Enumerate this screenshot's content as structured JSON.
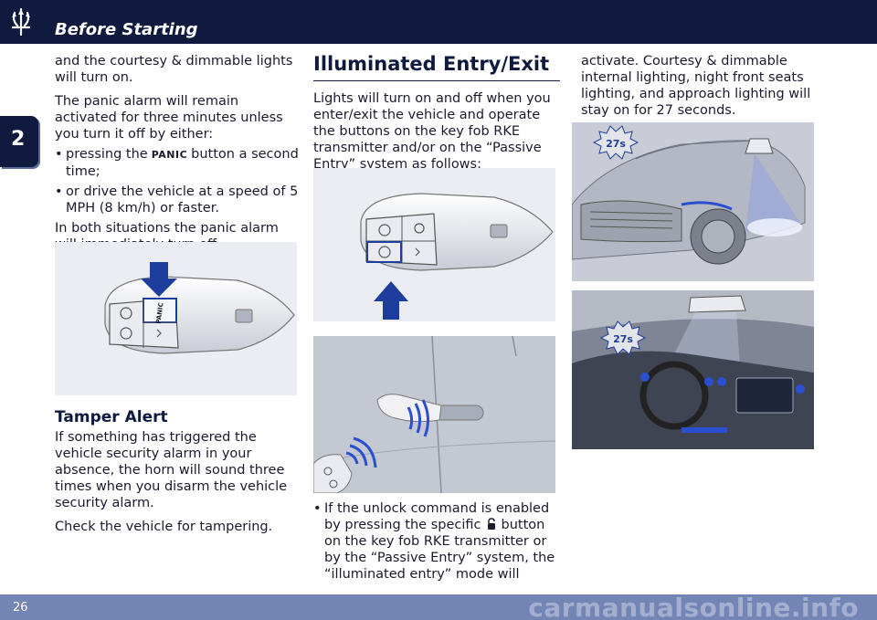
{
  "header": {
    "title": "Before Starting",
    "logo_icon": "trident-icon"
  },
  "chapter_tab": {
    "number": "2"
  },
  "footer": {
    "page_number": "26",
    "watermark": "carmanualsonline.info"
  },
  "col1": {
    "para1": "and the courtesy & dimmable lights will turn on.",
    "para2": "The panic alarm will remain activated for three minutes unless you turn it off by either:",
    "bullet1_pre": "pressing the",
    "bullet1_badge": "PANIC",
    "bullet1_post": "button a second time;",
    "bullet2": "or drive the vehicle at a speed of 5 MPH (8 km/h) or faster.",
    "para3": "In both situations the panic alarm will immediately turn off.",
    "keyfob_panic_label": "PANIC",
    "tamper_heading": "Tamper Alert",
    "tamper_para1": "If something has triggered the vehicle security alarm in your absence, the horn will sound three times when you disarm the vehicle security alarm.",
    "tamper_para2": "Check the vehicle for tampering."
  },
  "col2": {
    "heading": "Illuminated Entry/Exit",
    "para1": "Lights will turn on and off when you enter/exit the vehicle and operate the buttons on the key fob RKE transmitter and/or on the “Passive Entry” system as follows:",
    "bullet_pre": "If the unlock command is enabled by pressing the specific",
    "bullet_post": "button on the key fob RKE transmitter or by the “Passive Entry” system, the “illuminated entry” mode will"
  },
  "col3": {
    "para1": "activate. Courtesy & dimmable internal lighting, night front seats lighting, and approach lighting will stay on for 27 seconds.",
    "exterior_timer": "27s",
    "interior_timer": "27s"
  },
  "colors": {
    "navy": "#0f1a3e",
    "footer_blue": "#7385b5",
    "arrow_blue": "#1e3e9e",
    "wave_blue": "#2a4fd0"
  }
}
